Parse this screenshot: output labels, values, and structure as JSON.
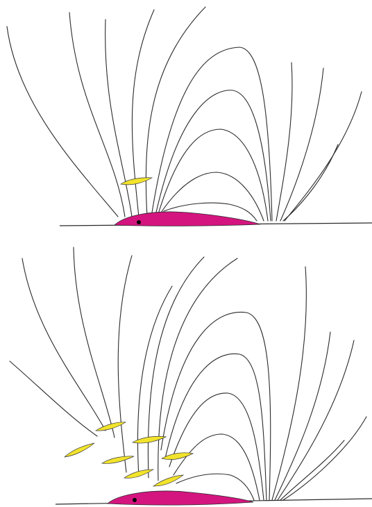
{
  "colors": {
    "background": "#ffffff",
    "field_line": "#2a2a2a",
    "spot": "#d4157f",
    "plasmoid": "#f2e32c",
    "marker": "#000000"
  },
  "panels": [
    {
      "id": "top",
      "plasmoid_count": 1
    },
    {
      "id": "bottom",
      "plasmoid_count": 7
    }
  ]
}
